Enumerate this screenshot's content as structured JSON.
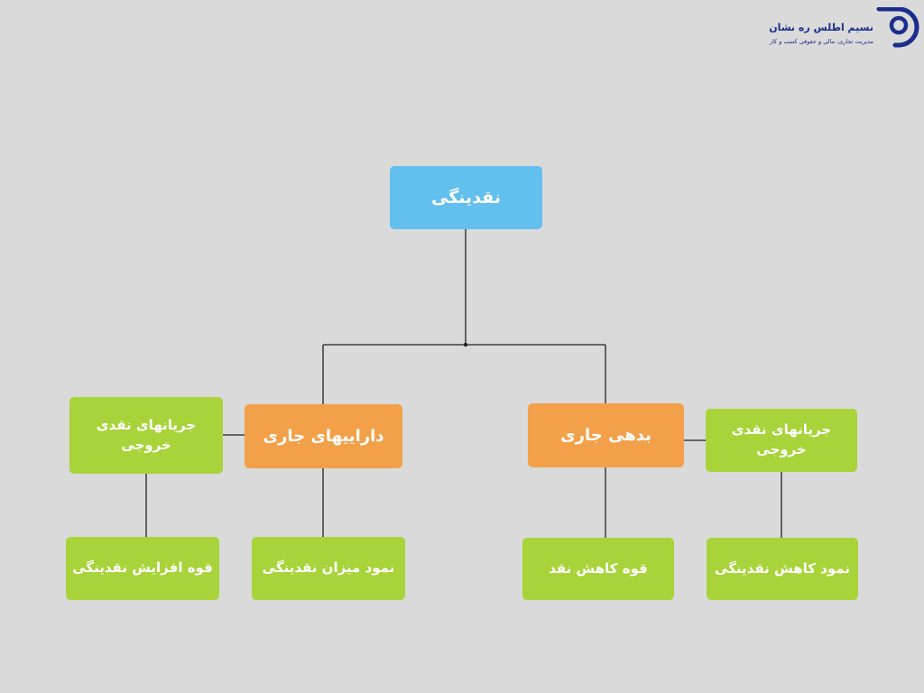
{
  "logo": {
    "name": "نسیم اطلس ره نشان",
    "tagline": "مدیریت تجاری، مالی و حقوقی کسب و کار",
    "icon": "logo-mark-icon",
    "color": "#1b2e8c"
  },
  "colors": {
    "background": "#dadada",
    "root": "#62bfee",
    "branch": "#f2a14a",
    "leaf": "#a8d33a",
    "text": "#ffffff",
    "connector": "#222222"
  },
  "diagram": {
    "root": "نقدینگی",
    "left_branch": {
      "label": "داراییهای جاری",
      "side_node": "جریانهای نقدی خروجی",
      "child": "نمود میزان نقدینگی",
      "side_child": "قوه افزایش نقدینگی"
    },
    "right_branch": {
      "label": "بدهی جاری",
      "side_node": "جریانهای نقدی خروجی",
      "child": "قوه کاهش نقد",
      "side_child": "نمود کاهش نقدینگی"
    }
  }
}
